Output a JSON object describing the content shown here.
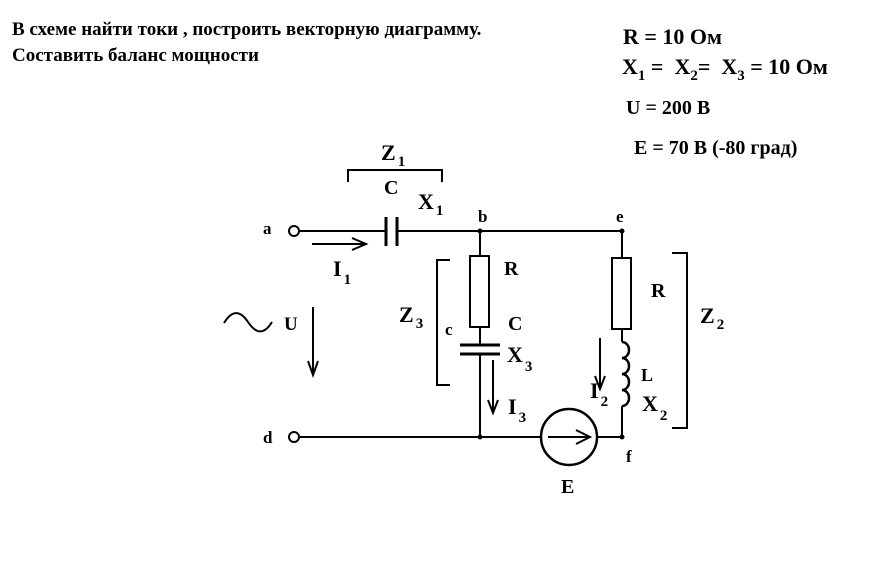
{
  "task": {
    "line1": "В схеме найти токи , построить векторную диаграмму.",
    "line2": "Составить баланс мощности"
  },
  "params": {
    "r": "R =  10 Ом",
    "x_label": "X",
    "x1_sub": "1",
    "x2_sub": "2",
    "x3_sub": "3",
    "eq": "=",
    "x_value": "= 10 Ом",
    "u": "U = 200 В",
    "e": "E = 70 В (-80 град)"
  },
  "circuit": {
    "nodes": {
      "a": "a",
      "b": "b",
      "c": "c",
      "d": "d",
      "e": "e",
      "f": "f"
    },
    "z": "Z",
    "z1_sub": "1",
    "z2_sub": "2",
    "z3_sub": "3",
    "capacitor": "C",
    "resistor": "R",
    "inductor": "L",
    "x": "X",
    "x1_sub": "1",
    "x2_sub": "2",
    "x3_sub": "3",
    "current": "I",
    "i1_sub": "1",
    "i2_sub": "2",
    "i3_sub": "3",
    "voltage": "U",
    "source": "E"
  }
}
